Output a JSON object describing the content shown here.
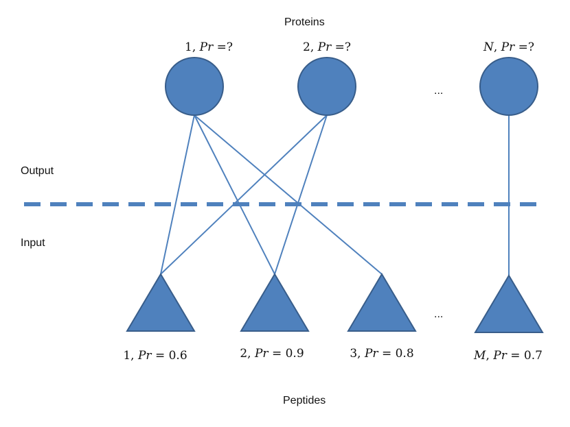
{
  "titles": {
    "top": "Proteins",
    "bottom": "Peptides",
    "output": "Output",
    "input": "Input"
  },
  "ellipsis": "...",
  "colors": {
    "node_fill": "#4f81bd",
    "node_stroke": "#385d8a",
    "edge": "#4f81bd",
    "divider": "#4f81bd"
  },
  "proteins": [
    {
      "id": "1",
      "sep": ", ",
      "var": "Pr",
      "op": " =",
      "value": "?"
    },
    {
      "id": "2",
      "sep": ", ",
      "var": "Pr",
      "op": " =",
      "value": "?"
    },
    {
      "id": "N",
      "sep": ", ",
      "var": "Pr",
      "op": " =",
      "value": "?"
    }
  ],
  "peptides": [
    {
      "id": "1",
      "sep": ", ",
      "var": "Pr",
      "op": " = ",
      "value": "0.6"
    },
    {
      "id": "2",
      "sep": ", ",
      "var": "Pr",
      "op": " = ",
      "value": "0.9"
    },
    {
      "id": "3",
      "sep": ", ",
      "var": "Pr",
      "op": " = ",
      "value": "0.8"
    },
    {
      "id": "M",
      "sep": ", ",
      "var": "Pr",
      "op": " = ",
      "value": "0.7"
    }
  ],
  "edges": [
    {
      "protein": 0,
      "peptide": 0
    },
    {
      "protein": 0,
      "peptide": 1
    },
    {
      "protein": 0,
      "peptide": 2
    },
    {
      "protein": 1,
      "peptide": 0
    },
    {
      "protein": 1,
      "peptide": 1
    },
    {
      "protein": 2,
      "peptide": 3
    }
  ]
}
